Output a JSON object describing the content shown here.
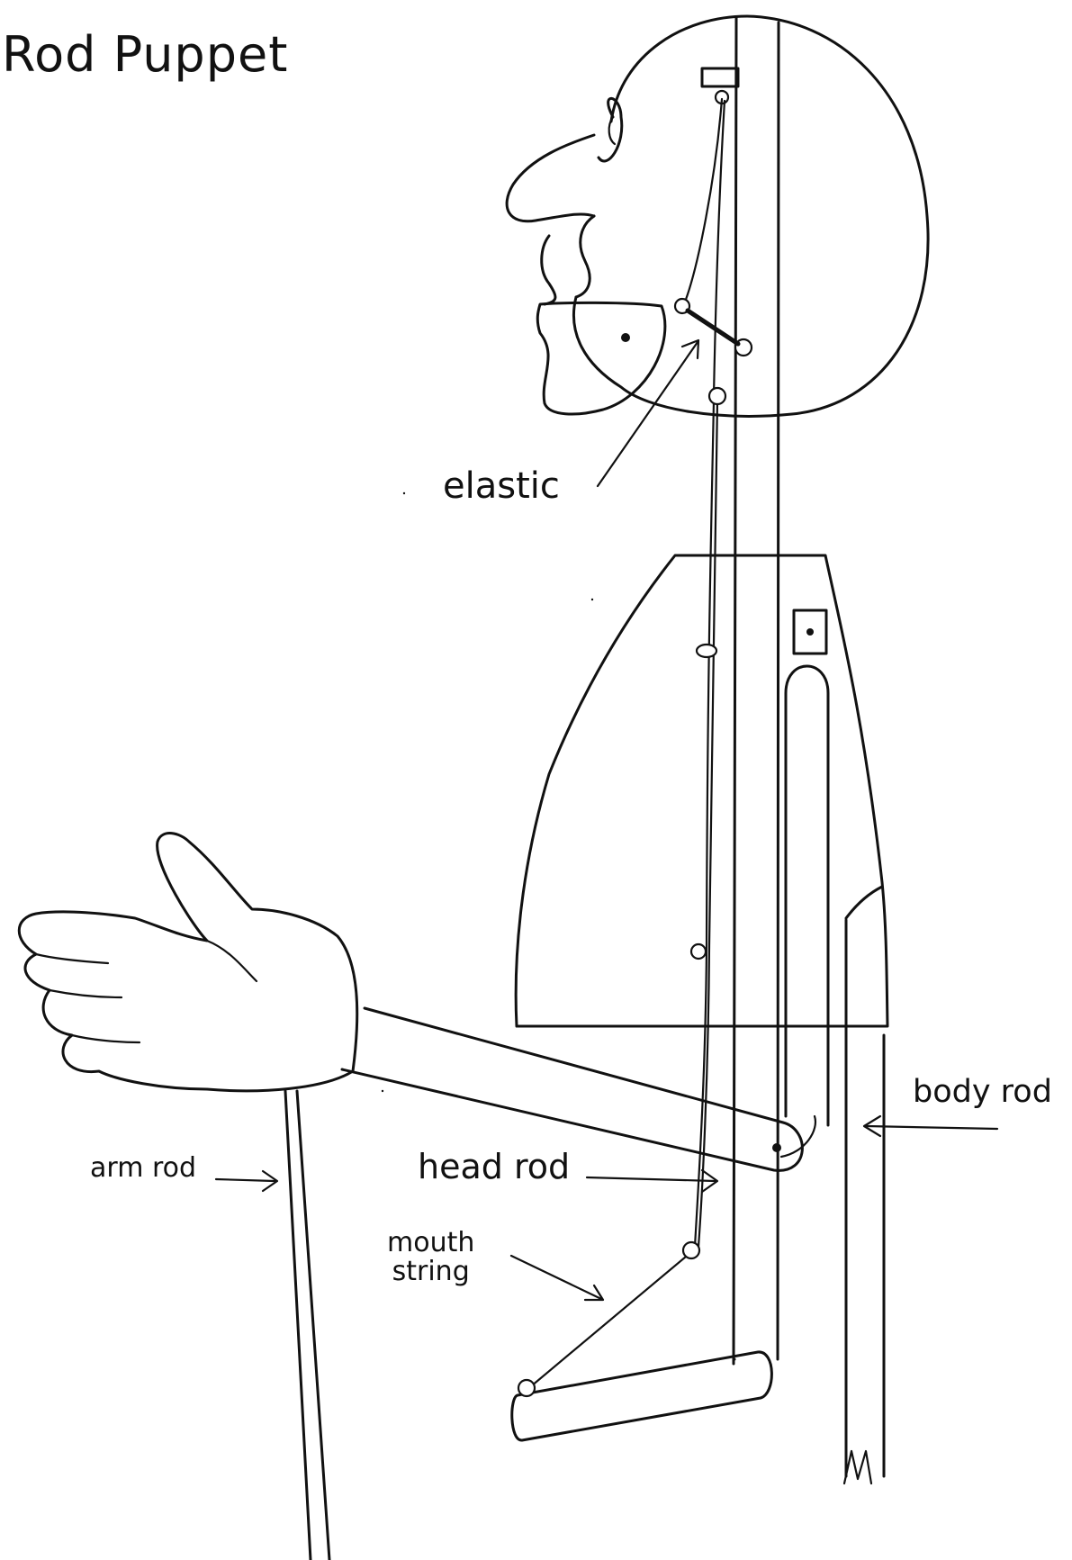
{
  "title": "Rod Puppet",
  "labels": {
    "elastic": "elastic",
    "body_rod": "body rod",
    "arm_rod": "arm rod",
    "head_rod": "head rod",
    "mouth_string_line1": "mouth",
    "mouth_string_line2": "string"
  }
}
